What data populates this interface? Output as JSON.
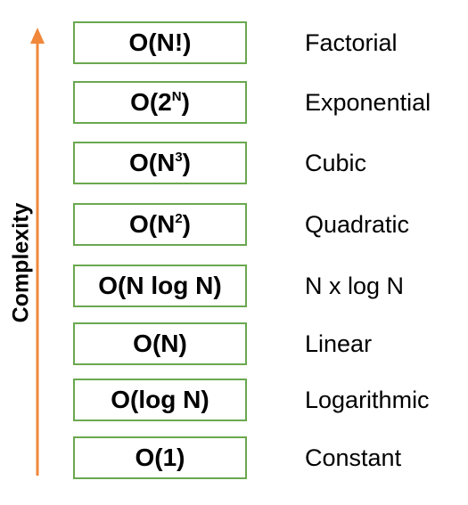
{
  "axis": {
    "label": "Complexity",
    "arrow_color": "#f0873a"
  },
  "box_border_color": "#6aa84f",
  "levels": [
    {
      "notation": "O(N!)",
      "notation_base": "",
      "notation_sup": "",
      "name": "Factorial"
    },
    {
      "notation": "",
      "notation_base": "O(2",
      "notation_sup": "N",
      "notation_tail": ")",
      "name": "Exponential"
    },
    {
      "notation": "",
      "notation_base": "O(N",
      "notation_sup": "3",
      "notation_tail": ")",
      "name": "Cubic"
    },
    {
      "notation": "",
      "notation_base": "O(N",
      "notation_sup": "2",
      "notation_tail": ")",
      "name": "Quadratic"
    },
    {
      "notation": "O(N log N)",
      "notation_base": "",
      "notation_sup": "",
      "name": "N x log N"
    },
    {
      "notation": "O(N)",
      "notation_base": "",
      "notation_sup": "",
      "name": "Linear"
    },
    {
      "notation": "O(log N)",
      "notation_base": "",
      "notation_sup": "",
      "name": "Logarithmic"
    },
    {
      "notation": "O(1)",
      "notation_base": "",
      "notation_sup": "",
      "name": "Constant"
    }
  ]
}
